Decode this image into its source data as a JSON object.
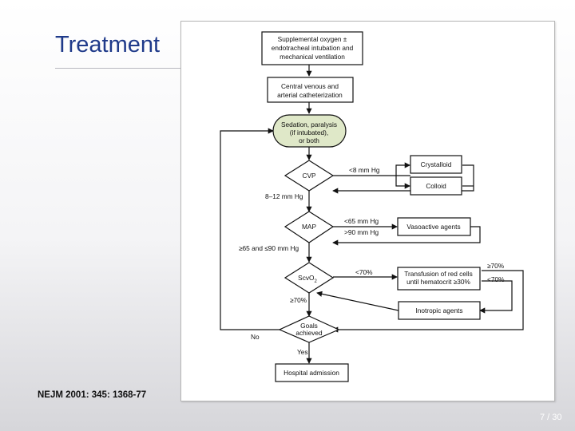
{
  "slide": {
    "title": "Treatment",
    "citation": "NEJM 2001: 345: 1368-77",
    "page_number": "7 / 30"
  },
  "flowchart": {
    "nodes": {
      "oxygen": [
        "Supplemental oxygen ±",
        "endotracheal intubation and",
        "mechanical ventilation"
      ],
      "catheter": [
        "Central venous and",
        "arterial catheterization"
      ],
      "sedation": [
        "Sedation, paralysis",
        "(if intubated),",
        "or both"
      ],
      "cvp": "CVP",
      "crystalloid": "Crystalloid",
      "colloid": "Colloid",
      "map": "MAP",
      "vasoactive": "Vasoactive agents",
      "scvo2": "ScvO",
      "scvo2_sub": "2",
      "transfusion": [
        "Transfusion of red cells",
        "until hematocrit ≥30%"
      ],
      "inotropic": "Inotropic agents",
      "goals": [
        "Goals",
        "achieved"
      ],
      "admission": "Hospital admission"
    },
    "labels": {
      "cvp_low": "<8 mm Hg",
      "cvp_ok": "8–12 mm Hg",
      "map_low": "<65 mm Hg",
      "map_high": ">90 mm Hg",
      "map_ok": "≥65 and ≤90 mm Hg",
      "scvo2_low": "<70%",
      "scvo2_ok": "≥70%",
      "transfusion_high": "≥70%",
      "transfusion_low": "<70%",
      "goals_no": "No",
      "goals_yes": "Yes"
    }
  },
  "colors": {
    "title": "#1f3a8a",
    "sedation_fill": "#dfe8c8"
  }
}
